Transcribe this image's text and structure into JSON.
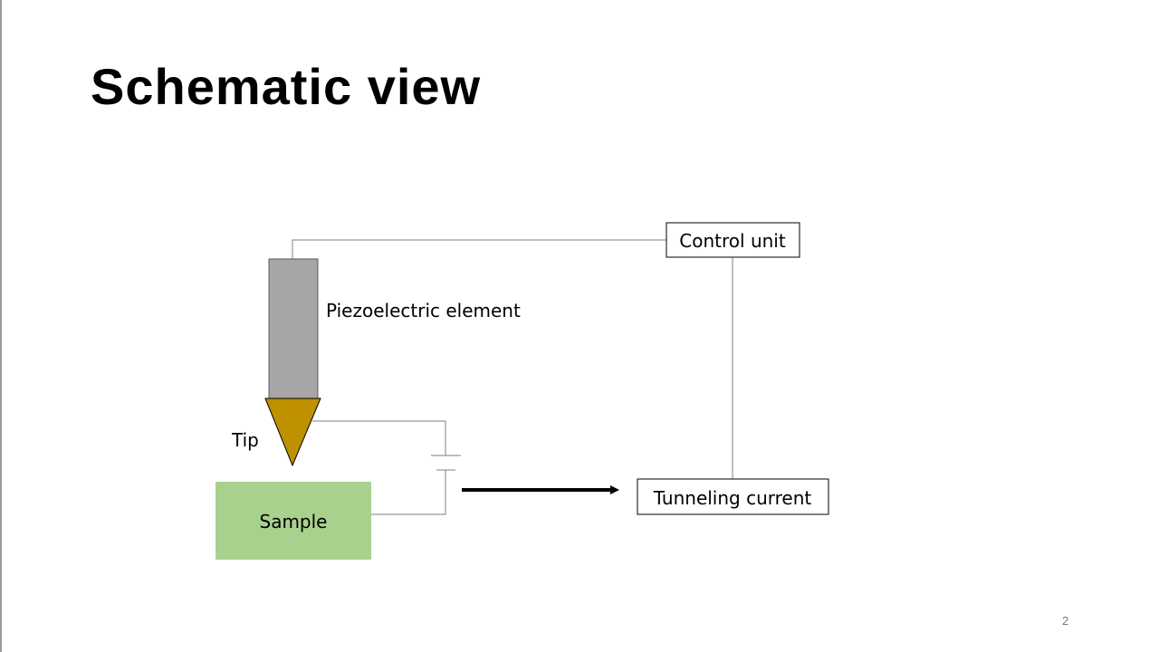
{
  "slide": {
    "title": "Schematic view",
    "page_number": "2"
  },
  "diagram": {
    "labels": {
      "control_unit": "Control unit",
      "piezo": "Piezoelectric element",
      "tip": "Tip",
      "sample": "Sample",
      "tunneling_current": "Tunneling current"
    },
    "colors": {
      "piezo_fill": "#a6a6a6",
      "tip_fill": "#bf9000",
      "sample_fill": "#a9d18e",
      "wire": "#7f7f7f",
      "arrow": "#000000"
    }
  }
}
